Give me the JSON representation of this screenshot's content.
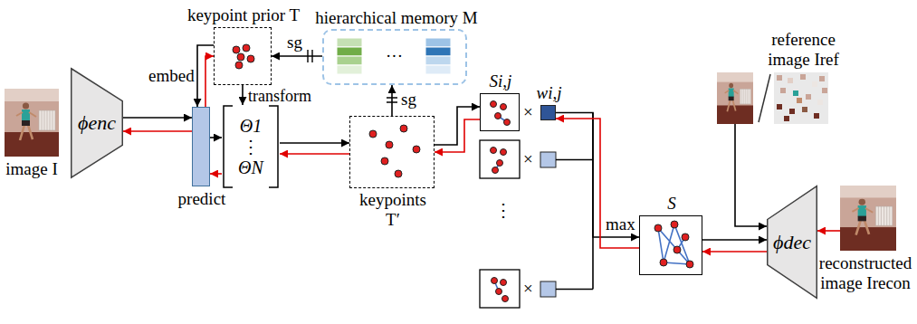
{
  "diagram": {
    "nodes": [
      {
        "text": [
          "image I"
        ]
      },
      {
        "text": [
          "ϕenc"
        ]
      },
      {
        "text": [
          "keypoint prior T"
        ]
      },
      {
        "text": [
          "hierarchical memory M"
        ]
      },
      {
        "text": [
          "predict"
        ]
      },
      {
        "text": [
          "Θ1",
          "⋮",
          "ΘN"
        ]
      },
      {
        "text": [
          "keypoints T′"
        ]
      },
      {
        "text": [
          "Si,j"
        ]
      },
      {
        "text": [
          "wi,j"
        ]
      },
      {
        "text": [
          "S"
        ]
      },
      {
        "text": [
          "ϕdec"
        ]
      },
      {
        "text": [
          "reference image Iref"
        ]
      },
      {
        "text": [
          "reconstructed image Irecon"
        ]
      }
    ],
    "edges": [
      {
        "from": 1,
        "to": 4,
        "arrow": "to"
      },
      {
        "from": 4,
        "to": 1,
        "arrow": "to"
      },
      {
        "from": 2,
        "to": 4,
        "label": "embed",
        "arrow": "to"
      },
      {
        "from": 4,
        "to": 2,
        "arrow": "to"
      },
      {
        "from": 2,
        "to": 5,
        "label": "transform",
        "arrow": "to"
      },
      {
        "from": 4,
        "to": 5,
        "arrow": "to"
      },
      {
        "from": 5,
        "to": 4,
        "arrow": "to"
      },
      {
        "from": 5,
        "to": 6,
        "arrow": "to"
      },
      {
        "from": 6,
        "to": 5,
        "arrow": "to"
      },
      {
        "from": 3,
        "to": 2,
        "label": "sg",
        "arrow": "to"
      },
      {
        "from": 6,
        "to": 3,
        "label": "sg",
        "arrow": "to"
      },
      {
        "from": 6,
        "to": 7,
        "arrow": "to"
      },
      {
        "from": 7,
        "to": 6,
        "arrow": "to"
      },
      {
        "from": 8,
        "to": 9,
        "label": "max",
        "arrow": "to"
      },
      {
        "from": 9,
        "to": 8,
        "arrow": "to"
      },
      {
        "from": 9,
        "to": 10,
        "arrow": "to"
      },
      {
        "from": 10,
        "to": 9,
        "arrow": "to"
      },
      {
        "from": 11,
        "to": 10,
        "arrow": "to"
      },
      {
        "from": 12,
        "to": 10,
        "arrow": "to"
      }
    ],
    "labels": [
      "···",
      "×",
      "×",
      "×",
      "⋮"
    ]
  }
}
